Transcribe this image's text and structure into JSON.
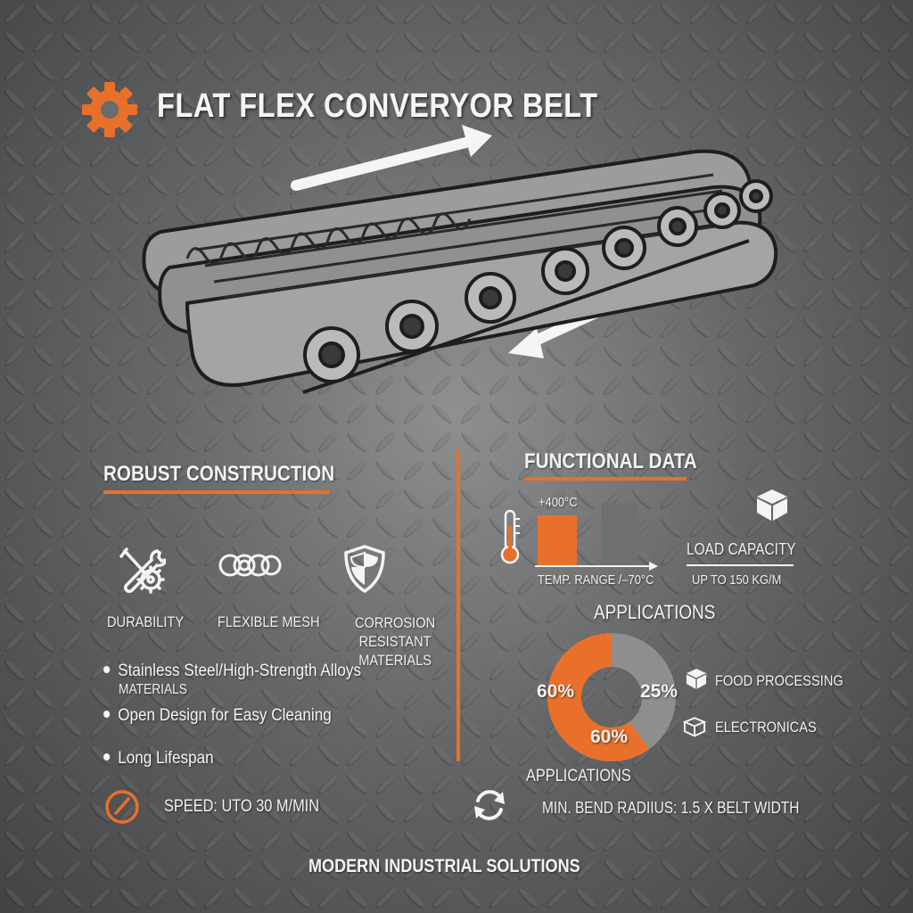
{
  "title": "FLAT FLEX CONVERYOR BELT",
  "left": {
    "heading": "ROBUST CONSTRUCTION",
    "features": [
      {
        "label": "DURABILITY",
        "icon": "wrench-gear-icon"
      },
      {
        "label": "FLEXIBLE MESH",
        "icon": "mesh-rings-icon"
      },
      {
        "label": "CORROSION RESISTANT\nMATERIALS",
        "icon": "shield-icon"
      }
    ],
    "bullets": [
      "Stainless Steel/High-Strength Alloys",
      "Open Design for Easy Cleaning",
      "Long Lifespan"
    ],
    "bullet1_sub": "MATERIALS",
    "speed": "SPEED: UTO 30 M/MIN"
  },
  "right": {
    "heading": "FUNCTIONAL DATA",
    "temp_high": "+400°C",
    "temp_range": "TEMP. RANGE /–70°C",
    "load_title": "LOAD CAPACITY",
    "load_value": "UP TO 150 KG/M",
    "applications_title": "APPLICATIONS",
    "donut": {
      "segments": [
        {
          "label": "60%",
          "value": 60,
          "color": "#e8702a"
        },
        {
          "label": "25%",
          "value": 40,
          "color": "#8c8e90"
        }
      ],
      "bottom_label": "60%"
    },
    "app_items": [
      {
        "label": "FOOD PROCESSING",
        "icon": "box-filled-icon"
      },
      {
        "label": "ELECTRONICAS",
        "icon": "box-outline-icon"
      }
    ],
    "applications_label2": "APPLICATIONS",
    "bend_radius": "MIN. BEND RADIIUS: 1.5 X BELT WIDTH"
  },
  "footer": "MODERN INDUSTRIAL SOLUTIONS",
  "colors": {
    "accent": "#e8702a",
    "text": "#f2f2f2",
    "metal": "#5f6163"
  }
}
